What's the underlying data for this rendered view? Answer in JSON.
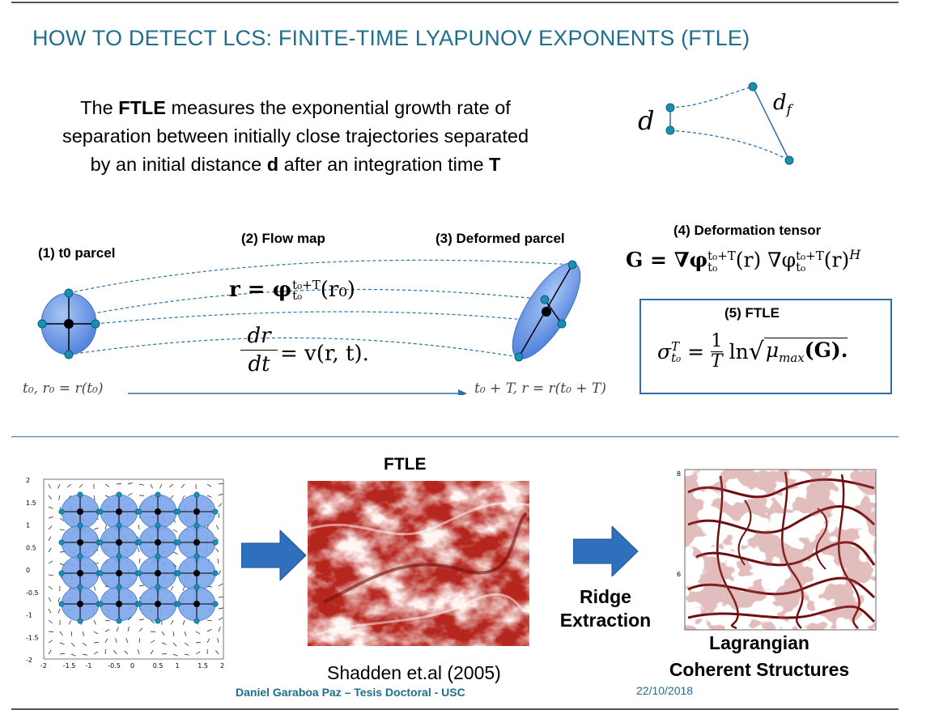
{
  "title": "HOW TO DETECT LCS: FINITE-TIME LYAPUNOV EXPONENTS (FTLE)",
  "intro": {
    "line1_pre": "The ",
    "line1_bold": "FTLE",
    "line1_post": " measures  the exponential growth rate of",
    "line2": "separation between initially close trajectories separated",
    "line3_pre": "by an initial distance ",
    "line3_bold_d": "d",
    "line3_mid": " after an integration time ",
    "line3_bold_T": "T"
  },
  "separation_diagram": {
    "d_label": "d",
    "df_label": "d",
    "df_sub": "f"
  },
  "steps": {
    "step1": "(1) t0 parcel",
    "step2": "(2) Flow map",
    "step3": "(3)  Deformed parcel",
    "step4": "(4)  Deformation tensor",
    "step5": "(5)  FTLE"
  },
  "equations": {
    "flow_map": "r = φ",
    "flow_map_sup": "t₀+T",
    "flow_map_sub": "t₀",
    "flow_map_arg": "(r₀)",
    "ode_num": "dr",
    "ode_den": "dt",
    "ode_rhs": "= v(r, t).",
    "time_start": "t₀, r₀ = r(t₀)",
    "time_end": "t₀ + T, r = r(t₀ + T)",
    "tensor": "G = ∇φ",
    "tensor_sup": "t₀+T",
    "tensor_sub": "t₀",
    "tensor_mid": "(r) ∇φ",
    "tensor_end": "(r)",
    "tensor_H": "H",
    "ftle_lhs": "σ",
    "ftle_sup": "T",
    "ftle_sub": "t₀",
    "ftle_eq": "=",
    "ftle_num": "1",
    "ftle_den": "T",
    "ftle_ln": "ln",
    "ftle_arg": "μ",
    "ftle_arg_sub": "max",
    "ftle_arg_end": "(G)."
  },
  "bottom": {
    "ftle_label": "FTLE",
    "citation": "Shadden et.al (2005)",
    "ridge_line1": "Ridge",
    "ridge_line2": "Extraction",
    "lcs_line1": "Lagrangian",
    "lcs_line2": "Coherent Structures",
    "grid_x_ticks": [
      "-2",
      "-1.5",
      "-1",
      "-0.5",
      "0",
      "0.5",
      "1",
      "1.5",
      "2"
    ],
    "grid_y_ticks": [
      "2",
      "1.5",
      "1",
      "0.5",
      "0",
      "-0.5",
      "-1",
      "-1.5",
      "-2"
    ],
    "lcs_y_ticks": [
      "8",
      "6"
    ]
  },
  "footer": {
    "author": "Daniel Garaboa Paz – Tesis Doctoral - USC",
    "date": "22/10/2018"
  },
  "colors": {
    "title": "#1f6e8c",
    "accent_blue": "#2f6fa8",
    "parcel_fill": "#6f9de8",
    "dot": "#1a8fb5",
    "ftle_red": "#b5261e",
    "lcs_dark": "#6e0f0f"
  }
}
